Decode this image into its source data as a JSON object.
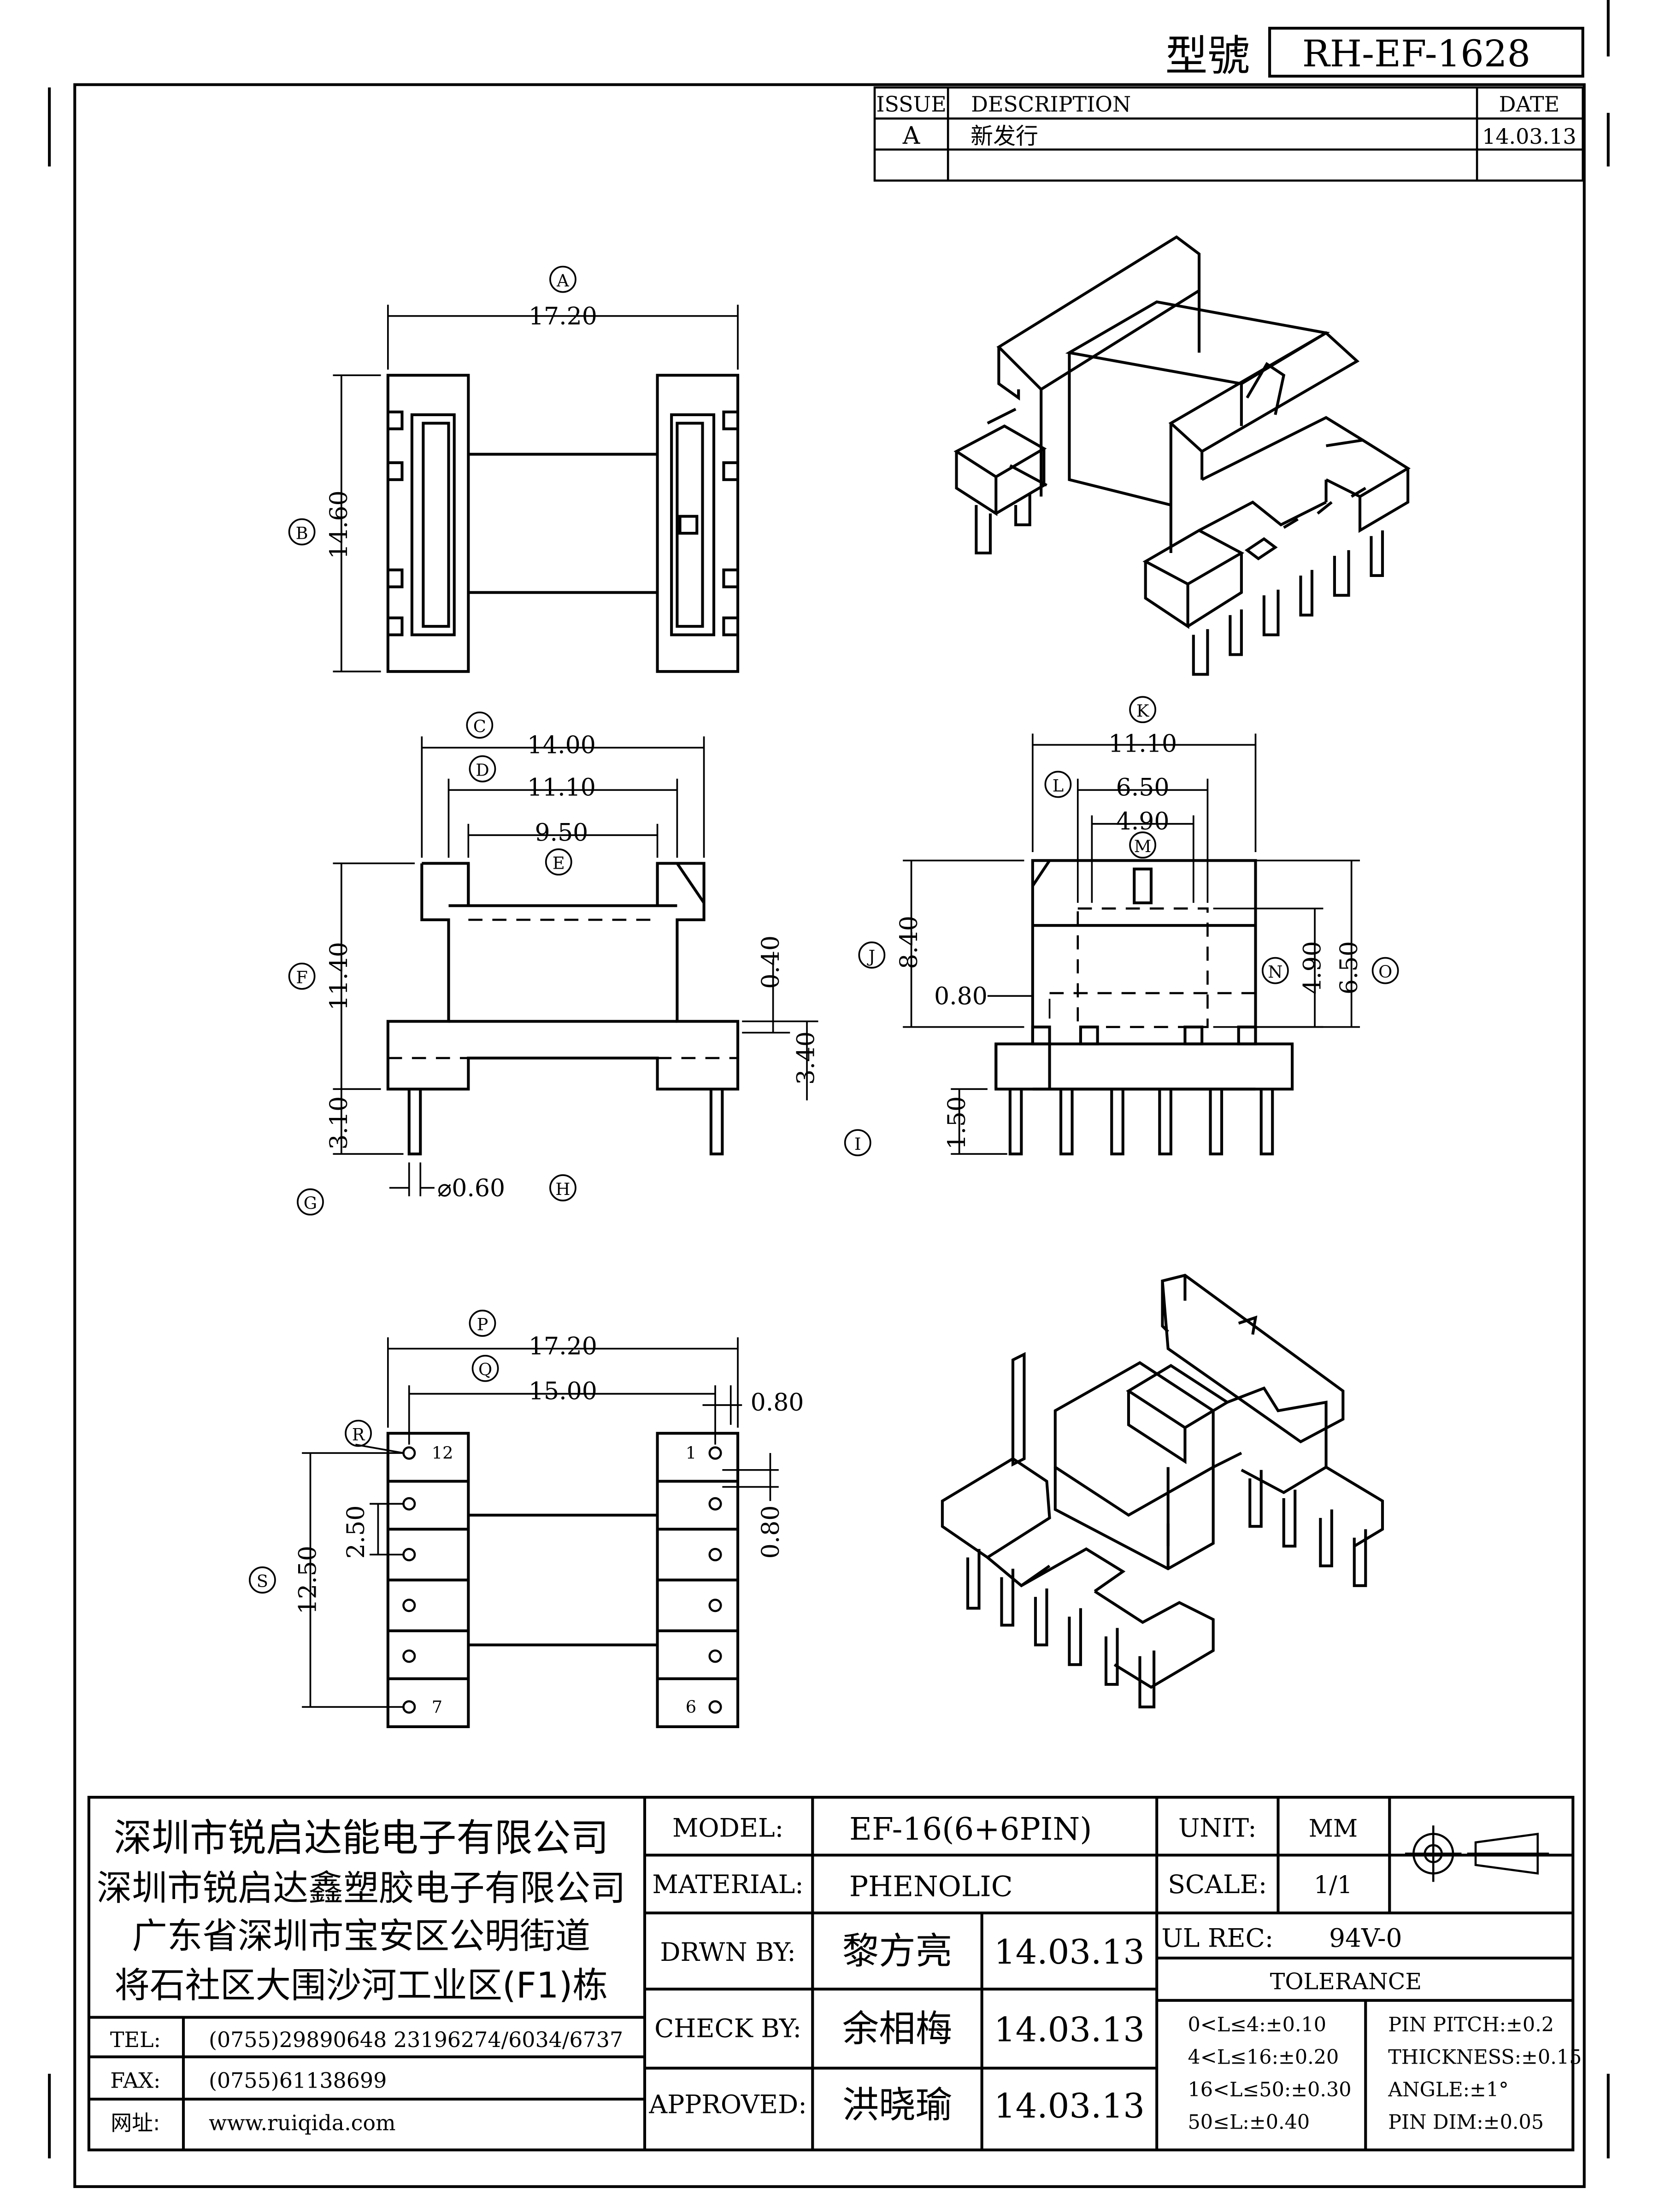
{
  "header": {
    "model_label": "型號",
    "model_value": "RH-EF-1628"
  },
  "revision": {
    "headers": [
      "ISSUE",
      "DESCRIPTION",
      "DATE"
    ],
    "rows": [
      {
        "issue": "A",
        "description": "新发行",
        "date": "14.03.13"
      }
    ]
  },
  "views": {
    "top": {
      "dims": [
        "17.20",
        "14.60"
      ],
      "callouts": [
        "A",
        "B"
      ]
    },
    "front": {
      "dims": [
        "14.00",
        "11.10",
        "9.50",
        "11.40",
        "0.40",
        "3.40",
        "3.10",
        "⌀0.60"
      ],
      "callouts": [
        "C",
        "D",
        "E",
        "F",
        "G",
        "H"
      ]
    },
    "side": {
      "dims": [
        "11.10",
        "6.50",
        "4.90",
        "8.40",
        "0.80",
        "4.90",
        "6.50",
        "1.50"
      ],
      "callouts": [
        "K",
        "L",
        "M",
        "J",
        "N",
        "O",
        "I"
      ]
    },
    "bottom": {
      "dims": [
        "17.20",
        "15.00",
        "0.80",
        "0.80",
        "12.50",
        "2.50"
      ],
      "callouts": [
        "P",
        "Q",
        "R",
        "S"
      ],
      "pin_labels": [
        "12",
        "7",
        "1",
        "6"
      ]
    }
  },
  "title_block": {
    "company_lines": [
      "深圳市锐启达能电子有限公司",
      "深圳市锐启达鑫塑胶电子有限公司",
      "广东省深圳市宝安区公明街道",
      "将石社区大围沙河工业区(F1)栋"
    ],
    "contacts": [
      {
        "label": "TEL:",
        "value": "(0755)29890648  23196274/6034/6737"
      },
      {
        "label": "FAX:",
        "value": "(0755)61138699"
      },
      {
        "label": "网址:",
        "value": "www.ruiqida.com"
      }
    ],
    "model_label": "MODEL:",
    "model_value": "EF-16(6+6PIN)",
    "material_label": "MATERIAL:",
    "material_value": "PHENOLIC",
    "drawn_label": "DRWN BY:",
    "drawn_name": "黎方亮",
    "drawn_date": "14.03.13",
    "check_label": "CHECK BY:",
    "check_name": "余相梅",
    "check_date": "14.03.13",
    "approved_label": "APPROVED:",
    "approved_name": "洪晓瑜",
    "approved_date": "14.03.13",
    "unit_label": "UNIT:",
    "unit_value": "MM",
    "scale_label": "SCALE:",
    "scale_value": "1/1",
    "ul_label": "UL REC:",
    "ul_value": "94V-0",
    "tolerance_title": "TOLERANCE",
    "tolerance_left": [
      "0<L≤4:±0.10",
      "4<L≤16:±0.20",
      "16<L≤50:±0.30",
      "50≤L:±0.40"
    ],
    "tolerance_right": [
      "PIN PITCH:±0.2",
      "THICKNESS:±0.15",
      "ANGLE:±1°",
      "PIN DIM:±0.05"
    ]
  }
}
